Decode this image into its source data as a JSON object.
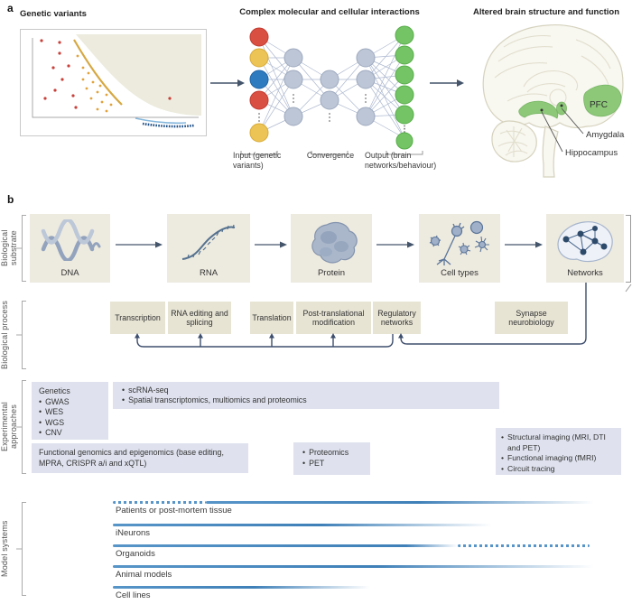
{
  "colors": {
    "arrow_dark": "#44546a",
    "substrate_box_beige": "#edeadf",
    "process_box_beige": "#e7e4d4",
    "approach_box_blue": "#dfe2ee",
    "model_bar_blue": "#4a8cc4",
    "brain_region_green": "#8cc878",
    "node_red": "#d94f42",
    "node_yellow": "#ecc355",
    "node_blue": "#2e7bc0",
    "node_gray": "#bdc6d6",
    "node_green": "#74c465",
    "scatter_red": "#c8403a",
    "scatter_orange": "#e0a33c",
    "scatter_navy": "#1e4f86",
    "scatter_light_blue": "#85b7dc",
    "scatter_curve_yellow": "#d6a842"
  },
  "panel_a": {
    "label": "a",
    "scatter": {
      "title": "Genetic variants"
    },
    "network": {
      "title": "Complex molecular and cellular interactions",
      "input_label": "Input (genetic variants)",
      "convergence_label": "Convergence",
      "output_label": "Output (brain networks/behaviour)"
    },
    "brain": {
      "title": "Altered brain structure and function",
      "regions": {
        "pfc": "PFC",
        "amygdala": "Amygdala",
        "hippocampus": "Hippocampus"
      }
    }
  },
  "panel_b": {
    "label": "b",
    "substrate": {
      "axis_label": "Biological substrate",
      "items": [
        "DNA",
        "RNA",
        "Protein",
        "Cell types",
        "Networks"
      ]
    },
    "process": {
      "axis_label": "Biological process",
      "items": [
        "Transcription",
        "RNA editing and splicing",
        "Translation",
        "Post-translational modification",
        "Regulatory networks",
        "Synapse neurobiology"
      ]
    },
    "approaches": {
      "axis_label": "Experimental approaches",
      "genetics": {
        "title": "Genetics",
        "bullets": [
          "GWAS",
          "WES",
          "WGS",
          "CNV"
        ]
      },
      "transcriptomics": {
        "bullets": [
          "scRNA-seq",
          "Spatial transcriptomics, multiomics and proteomics"
        ]
      },
      "functional_genomics": {
        "text": "Functional genomics and epigenomics (base editing, MPRA, CRISPR a/i and xQTL)"
      },
      "proteomics": {
        "bullets": [
          "Proteomics",
          "PET"
        ]
      },
      "imaging": {
        "bullets": [
          "Structural imaging (MRI, DTI and PET)",
          "Functional imaging (fMRI)",
          "Circuit tracing"
        ]
      }
    },
    "models": {
      "axis_label": "Model systems",
      "items": [
        {
          "label": "Patients or post-mortem tissue",
          "segments": [
            {
              "type": "dashed",
              "from": 125,
              "to": 228
            },
            {
              "type": "solid",
              "from": 228,
              "to": 658
            }
          ]
        },
        {
          "label": "iNeurons",
          "segments": [
            {
              "type": "solid",
              "from": 125,
              "to": 545
            }
          ]
        },
        {
          "label": "Organoids",
          "segments": [
            {
              "type": "solid",
              "from": 125,
              "to": 507
            },
            {
              "type": "dashed",
              "from": 507,
              "to": 653
            }
          ]
        },
        {
          "label": "Animal models",
          "segments": [
            {
              "type": "solid",
              "from": 125,
              "to": 658
            }
          ]
        },
        {
          "label": "Cell lines",
          "segments": [
            {
              "type": "solid",
              "from": 125,
              "to": 410
            }
          ]
        }
      ]
    }
  }
}
